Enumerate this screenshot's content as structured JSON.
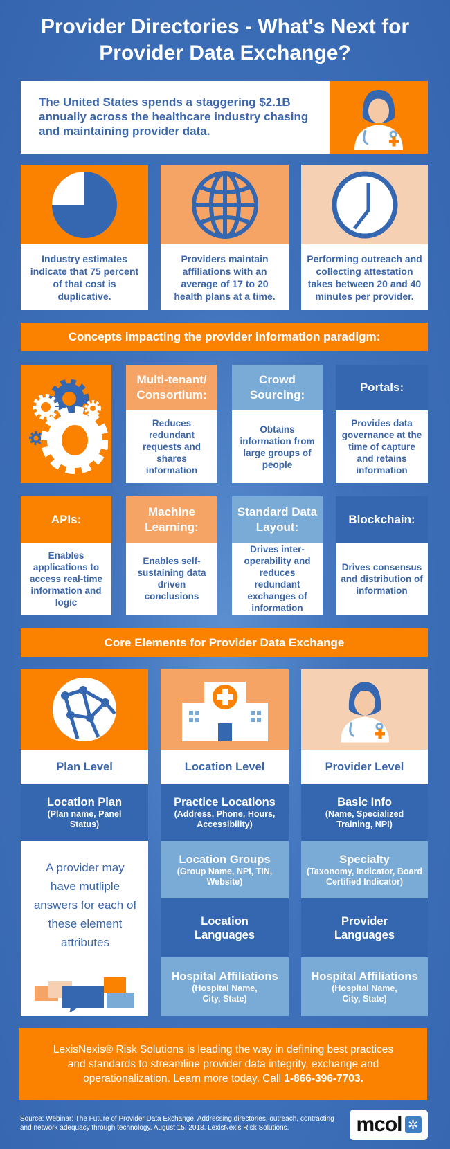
{
  "title": "Provider Directories - What's Next for Provider Data Exchange?",
  "intro": "The United States spends a staggering $2.1B annually across the healthcare industry chasing and maintaining provider data.",
  "stats": [
    {
      "icon": "pie-chart-icon",
      "text": "Industry estimates indicate that 75 percent of that cost is duplicative.",
      "pie_percent": 75
    },
    {
      "icon": "globe-icon",
      "text": "Providers maintain affiliations with an average of 17 to 20 health plans at a time."
    },
    {
      "icon": "clock-icon",
      "text": "Performing outreach and collecting attestation takes between 20 and 40 minutes per provider."
    }
  ],
  "concepts_banner": "Concepts impacting the provider information paradigm:",
  "concepts": [
    {
      "title": "Multi-tenant/ Consortium:",
      "text": "Reduces redundant requests and shares information"
    },
    {
      "title": "Crowd Sourcing:",
      "text": "Obtains information from large groups of people"
    },
    {
      "title": "Portals:",
      "text": "Provides data governance at the time of capture and retains information"
    },
    {
      "title": "APIs:",
      "text": "Enables applications to access real-time information and logic"
    },
    {
      "title": "Machine Learning:",
      "text": "Enables self-sustaining data driven conclusions"
    },
    {
      "title": "Standard Data Layout:",
      "text": "Drives inter-operability and reduces redundant exchanges of information"
    },
    {
      "title": "Blockchain:",
      "text": "Drives consensus and distribution of information"
    }
  ],
  "core_banner": "Core Elements for Provider Data Exchange",
  "core": {
    "plan": {
      "label": "Plan Level",
      "row1_title": "Location Plan",
      "row1_sub": "(Plan name, Panel Status)",
      "note": "A provider may have mutliple answers for each of these element attributes"
    },
    "location": {
      "label": "Location Level",
      "rows": [
        {
          "title": "Practice Locations",
          "sub": "(Address, Phone, Hours, Accessibility)"
        },
        {
          "title": "Location Groups",
          "sub": "(Group Name,  NPI, TIN, Website)"
        },
        {
          "title": "Location Languages",
          "sub": ""
        },
        {
          "title": "Hospital Affiliations",
          "sub": "(Hospital Name, City, State)"
        }
      ]
    },
    "provider": {
      "label": "Provider Level",
      "rows": [
        {
          "title": "Basic Info",
          "sub": "(Name, Specialized Training, NPI)"
        },
        {
          "title": "Specialty",
          "sub": "(Taxonomy, Indicator, Board Certified Indicator)"
        },
        {
          "title": "Provider Languages",
          "sub": ""
        },
        {
          "title": "Hospital Affiliations",
          "sub": "(Hospital Name, City, State)"
        }
      ]
    }
  },
  "footer": {
    "text": "LexisNexis® Risk Solutions is leading the way in defining best practices and standards to streamline provider data integrity, exchange and operationalization. Learn more today. Call ",
    "phone": "1-866-396-7703."
  },
  "source": "Source: Webinar: The Future of Provider Data Exchange, Addressing directories, outreach, contracting and network adequacy through technology. August 15, 2018. LexisNexis Risk Solutions.",
  "logo": "mcol"
}
